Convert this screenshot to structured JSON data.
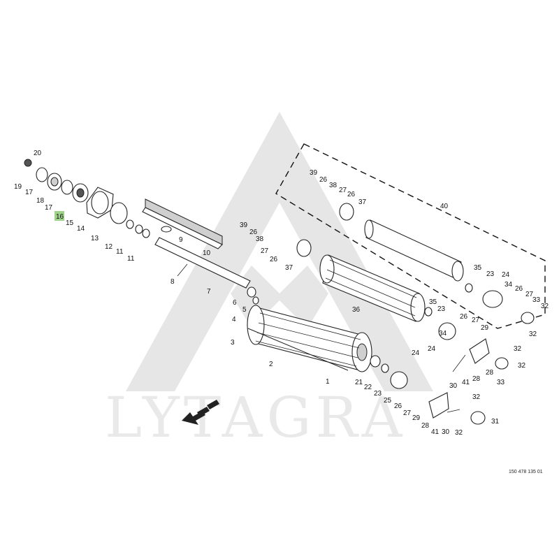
{
  "watermark": {
    "text": "LYTAGRA"
  },
  "document_number": "150 478 135 01",
  "highlighted_callout": "16",
  "callouts": [
    {
      "id": "c20",
      "text": "20"
    },
    {
      "id": "c19",
      "text": "19"
    },
    {
      "id": "c17a",
      "text": "17"
    },
    {
      "id": "c18",
      "text": "18"
    },
    {
      "id": "c17b",
      "text": "17"
    },
    {
      "id": "c16",
      "text": "16"
    },
    {
      "id": "c15",
      "text": "15"
    },
    {
      "id": "c14",
      "text": "14"
    },
    {
      "id": "c13",
      "text": "13"
    },
    {
      "id": "c12",
      "text": "12"
    },
    {
      "id": "c11a",
      "text": "11"
    },
    {
      "id": "c11b",
      "text": "11"
    },
    {
      "id": "c10",
      "text": "10"
    },
    {
      "id": "c9",
      "text": "9"
    },
    {
      "id": "c8",
      "text": "8"
    },
    {
      "id": "c7",
      "text": "7"
    },
    {
      "id": "c6",
      "text": "6"
    },
    {
      "id": "c5",
      "text": "5"
    },
    {
      "id": "c4",
      "text": "4"
    },
    {
      "id": "c3",
      "text": "3"
    },
    {
      "id": "c2",
      "text": "2"
    },
    {
      "id": "c1",
      "text": "1"
    },
    {
      "id": "c39a",
      "text": "39"
    },
    {
      "id": "c26a",
      "text": "26"
    },
    {
      "id": "c38a",
      "text": "38"
    },
    {
      "id": "c27a",
      "text": "27"
    },
    {
      "id": "c26b",
      "text": "26"
    },
    {
      "id": "c37a",
      "text": "37"
    },
    {
      "id": "c40",
      "text": "40"
    },
    {
      "id": "c39b",
      "text": "39"
    },
    {
      "id": "c26c",
      "text": "26"
    },
    {
      "id": "c38b",
      "text": "38"
    },
    {
      "id": "c27b",
      "text": "27"
    },
    {
      "id": "c26d",
      "text": "26"
    },
    {
      "id": "c37b",
      "text": "37"
    },
    {
      "id": "c36",
      "text": "36"
    },
    {
      "id": "c35a",
      "text": "35"
    },
    {
      "id": "c23a",
      "text": "23"
    },
    {
      "id": "c24a",
      "text": "24"
    },
    {
      "id": "c34a",
      "text": "34"
    },
    {
      "id": "c26e",
      "text": "26"
    },
    {
      "id": "c27c",
      "text": "27"
    },
    {
      "id": "c33a",
      "text": "33"
    },
    {
      "id": "c32a",
      "text": "32"
    },
    {
      "id": "c32b",
      "text": "32"
    },
    {
      "id": "c35b",
      "text": "35"
    },
    {
      "id": "c23b",
      "text": "23"
    },
    {
      "id": "c26f",
      "text": "26"
    },
    {
      "id": "c27d",
      "text": "27"
    },
    {
      "id": "c29a",
      "text": "29"
    },
    {
      "id": "c34b",
      "text": "34"
    },
    {
      "id": "c24b",
      "text": "24"
    },
    {
      "id": "c32c",
      "text": "32"
    },
    {
      "id": "c28a",
      "text": "28"
    },
    {
      "id": "c32d",
      "text": "32"
    },
    {
      "id": "c28b",
      "text": "28"
    },
    {
      "id": "c33b",
      "text": "33"
    },
    {
      "id": "c41a",
      "text": "41"
    },
    {
      "id": "c30a",
      "text": "30"
    },
    {
      "id": "c24c",
      "text": "24"
    },
    {
      "id": "c21",
      "text": "21"
    },
    {
      "id": "c22",
      "text": "22"
    },
    {
      "id": "c23c",
      "text": "23"
    },
    {
      "id": "c25",
      "text": "25"
    },
    {
      "id": "c26g",
      "text": "26"
    },
    {
      "id": "c27e",
      "text": "27"
    },
    {
      "id": "c29b",
      "text": "29"
    },
    {
      "id": "c28c",
      "text": "28"
    },
    {
      "id": "c41b",
      "text": "41"
    },
    {
      "id": "c30b",
      "text": "30"
    },
    {
      "id": "c32e",
      "text": "32"
    },
    {
      "id": "c32f",
      "text": "32"
    },
    {
      "id": "c31",
      "text": "31"
    }
  ]
}
